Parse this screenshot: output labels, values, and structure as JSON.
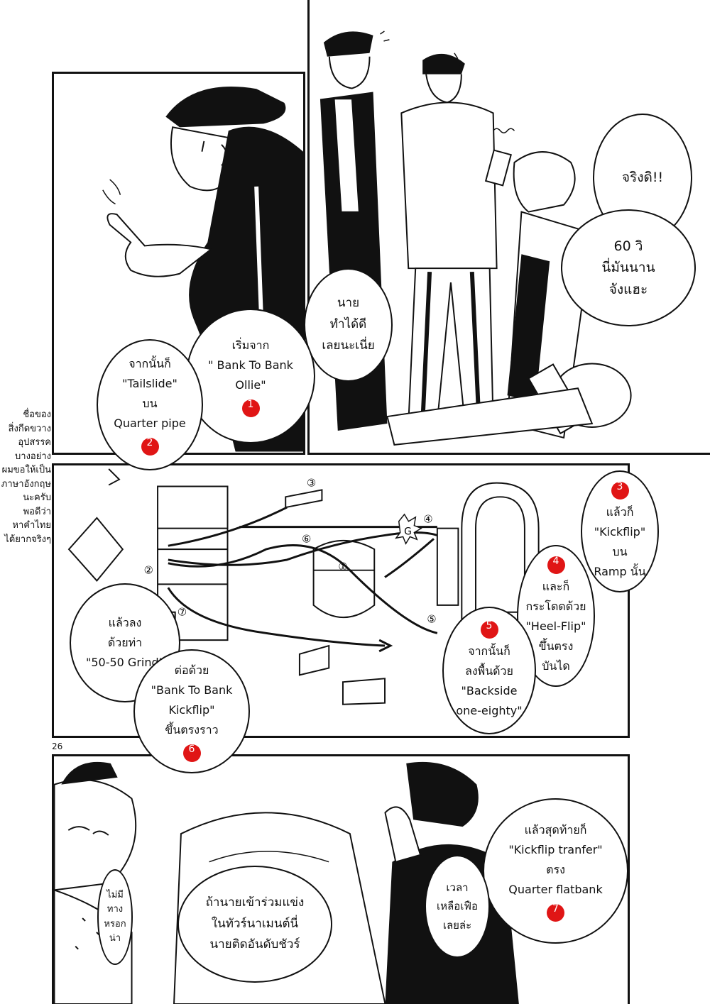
{
  "page_number": "26",
  "side_note": [
    "ชื่อของ",
    "สิ่งกีดขวาง",
    "อุปสรรค",
    "บางอย่าง",
    "ผมขอให้เป็น",
    "ภาษาอังกฤษ",
    "นะครับ",
    "พอดีว่า",
    "หาคำไทย",
    "ได้ยากจริงๆ"
  ],
  "panel1": {
    "bubble_well_done": [
      "นาย",
      "ทำได้ดี",
      "เลยนะเนี่ย"
    ],
    "bubble_start": {
      "lines": [
        "เริ่มจาก",
        "\" Bank To Bank",
        "Ollie\""
      ],
      "number": "1"
    },
    "bubble_tailslide": {
      "lines": [
        "จากนั้นก็",
        "\"Tailslide\"",
        "บน",
        "Quarter pipe"
      ],
      "number": "2"
    }
  },
  "panel2": {
    "bubble_really": [
      "จริงดิ!!"
    ],
    "bubble_60": [
      "60 วิ",
      "นี่มันนาน",
      "จังแฮะ"
    ]
  },
  "panel3": {
    "bubble_kickflip": {
      "lines": [
        "แล้วก็",
        "\"Kickflip\"",
        "บน",
        "Ramp นั้น"
      ],
      "number": "3"
    },
    "bubble_heelflip": {
      "lines": [
        "และก็",
        "กระโดดด้วย",
        "\"Heel-Flip\"",
        "ขึ้นตรง",
        "บันได"
      ],
      "number": "4"
    },
    "bubble_backside": {
      "lines": [
        "จากนั้นก็",
        "ลงพื้นด้วย",
        "\"Backside",
        "one-eighty\""
      ],
      "number": "5"
    },
    "bubble_grind": [
      "แล้วลง",
      "ด้วยท่า",
      "\"50-50 Grind\""
    ],
    "bubble_bank_kickflip": {
      "lines": [
        "ต่อด้วย",
        "\"Bank To Bank",
        "Kickflip\"",
        "ขึ้นตรงราว"
      ],
      "number": "6"
    },
    "map_labels": {
      "l1": "①",
      "l2": "②",
      "l3": "③",
      "l4": "④",
      "l5": "⑤",
      "l6": "⑥",
      "l7": "⑦",
      "g": "G"
    }
  },
  "panel4": {
    "bubble_final": {
      "lines": [
        "แล้วสุดท้ายก็",
        "\"Kickflip tranfer\"",
        "ตรง",
        "Quarter flatbank"
      ],
      "number": "7"
    },
    "bubble_time_left": [
      "เวลา",
      "เหลือเฟือ",
      "เลยล่ะ"
    ],
    "bubble_tournament": [
      "ถ้านายเข้าร่วมแข่ง",
      "ในทัวร์นาเมนต์นี่",
      "นายติดอันดับชัวร์"
    ],
    "bubble_no_way": [
      "ไม่มี",
      "ทาง",
      "หรอก",
      "น่า"
    ]
  }
}
